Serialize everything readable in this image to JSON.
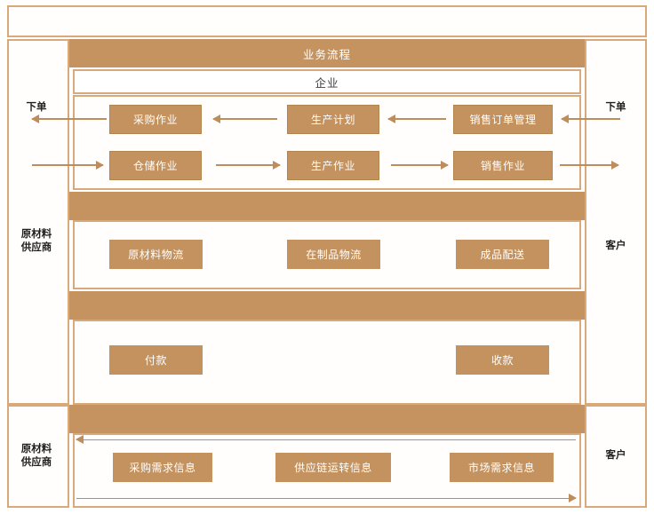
{
  "diagram": {
    "title_band": "业务流程",
    "subtitle_band": "企业",
    "left_column": {
      "order_label": "下单",
      "supplier_label_line1": "原材料",
      "supplier_label_line2": "供应商",
      "supplier_label_bottom_line1": "原材料",
      "supplier_label_bottom_line2": "供应商"
    },
    "right_column": {
      "order_label": "下单",
      "customer_label": "客户",
      "customer_label_bottom": "客户"
    },
    "rows": {
      "planning_row": {
        "boxes": [
          "采购作业",
          "生产计划",
          "销售订单管理"
        ],
        "flow_direction": "right-to-left"
      },
      "operations_row": {
        "boxes": [
          "仓储作业",
          "生产作业",
          "销售作业"
        ],
        "flow_direction": "left-to-right"
      },
      "logistics_row": {
        "boxes": [
          "原材料物流",
          "在制品物流",
          "成品配送"
        ]
      },
      "payment_row": {
        "boxes": [
          "付款",
          "收款"
        ]
      },
      "information_row": {
        "boxes": [
          "采购需求信息",
          "供应链运转信息",
          "市场需求信息"
        ],
        "flow_up": "right-to-left",
        "flow_down": "left-to-right"
      }
    },
    "colors": {
      "brown_fill": "#c3925e",
      "brown_border": "#d9a979",
      "band_brown": "#c4935f",
      "arrow": "#bd8d5c",
      "text_on_brown": "#ffffff",
      "text_dark": "#231f20",
      "page_bg": "#ffffff"
    }
  }
}
